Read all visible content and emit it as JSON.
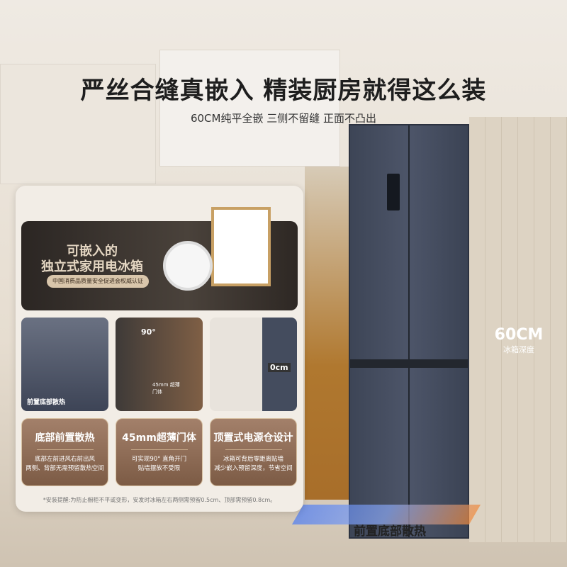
{
  "headline": "严丝合缝真嵌入 精装厨房就得这么装",
  "subheadline": "60CM纯平全嵌 三侧不留缝 正面不凸出",
  "depth": {
    "value": "60CM",
    "label": "冰箱深度"
  },
  "floor_label": "前置底部散热",
  "hero": {
    "line1": "可嵌入的",
    "line2": "独立式家用电冰箱",
    "badge": "中国消费品质量安全促进会权威认证"
  },
  "tiles": [
    {
      "overlay": "前置底部散热"
    },
    {
      "overlay": "90°",
      "overlay2": "45mm 超薄门体"
    },
    {
      "overlay": "0cm"
    }
  ],
  "features": [
    {
      "title": "底部前置散热",
      "desc1": "底部左前进风右前出风",
      "desc2": "两侧、背部无需预留散热空间"
    },
    {
      "title": "45mm超薄门体",
      "desc1": "可实现90° 直角开门",
      "desc2": "贴墙摆放不受限"
    },
    {
      "title": "顶置式电源仓设计",
      "desc1": "冰箱可背后零距离贴墙",
      "desc2": "减少嵌入预留深度，节省空间"
    }
  ],
  "note": "*安装提醒:为防止橱柜不平或变形，安发时冰箱左右两侧需预留0.5cm、顶部需预留0.8cm。",
  "colors": {
    "fridge": "#444c5e",
    "card_brown": "#8d6a53",
    "accent_orange": "#f08a3c"
  }
}
